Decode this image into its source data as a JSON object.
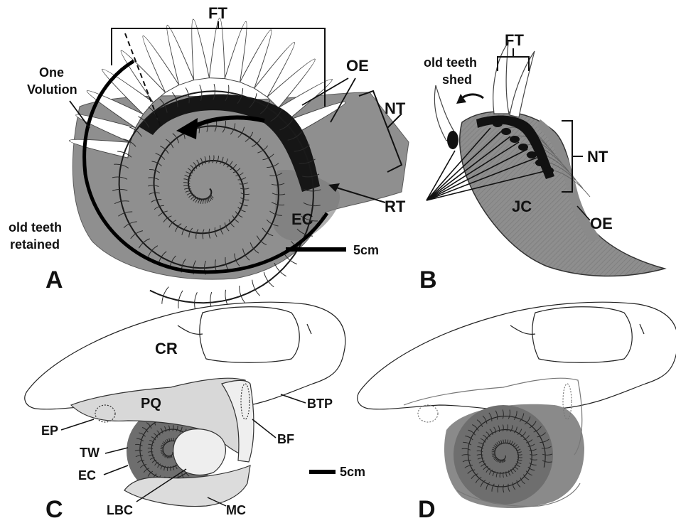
{
  "panel_a": {
    "letter": "A",
    "ft": "FT",
    "oe": "OE",
    "nt": "NT",
    "rt": "RT",
    "ec": "EC",
    "one_volution_line1": "One",
    "one_volution_line2": "Volution",
    "old_retained_line1": "old teeth",
    "old_retained_line2": "retained",
    "scale": "5cm"
  },
  "panel_b": {
    "letter": "B",
    "ft": "FT",
    "nt": "NT",
    "jc": "JC",
    "oe": "OE",
    "shed_line1": "old teeth",
    "shed_line2": "shed"
  },
  "panel_c": {
    "letter": "C",
    "cr": "CR",
    "pq": "PQ",
    "btp": "BTP",
    "ep": "EP",
    "bf": "BF",
    "tw": "TW",
    "ec": "EC",
    "lbc": "LBC",
    "mc": "MC",
    "scale": "5cm"
  },
  "panel_d": {
    "letter": "D"
  },
  "colors": {
    "ink": "#111111",
    "dark_gray": "#6f6f6f",
    "mid_gray": "#9a9a9a",
    "light_gray": "#d6d6d6",
    "white": "#ffffff"
  }
}
